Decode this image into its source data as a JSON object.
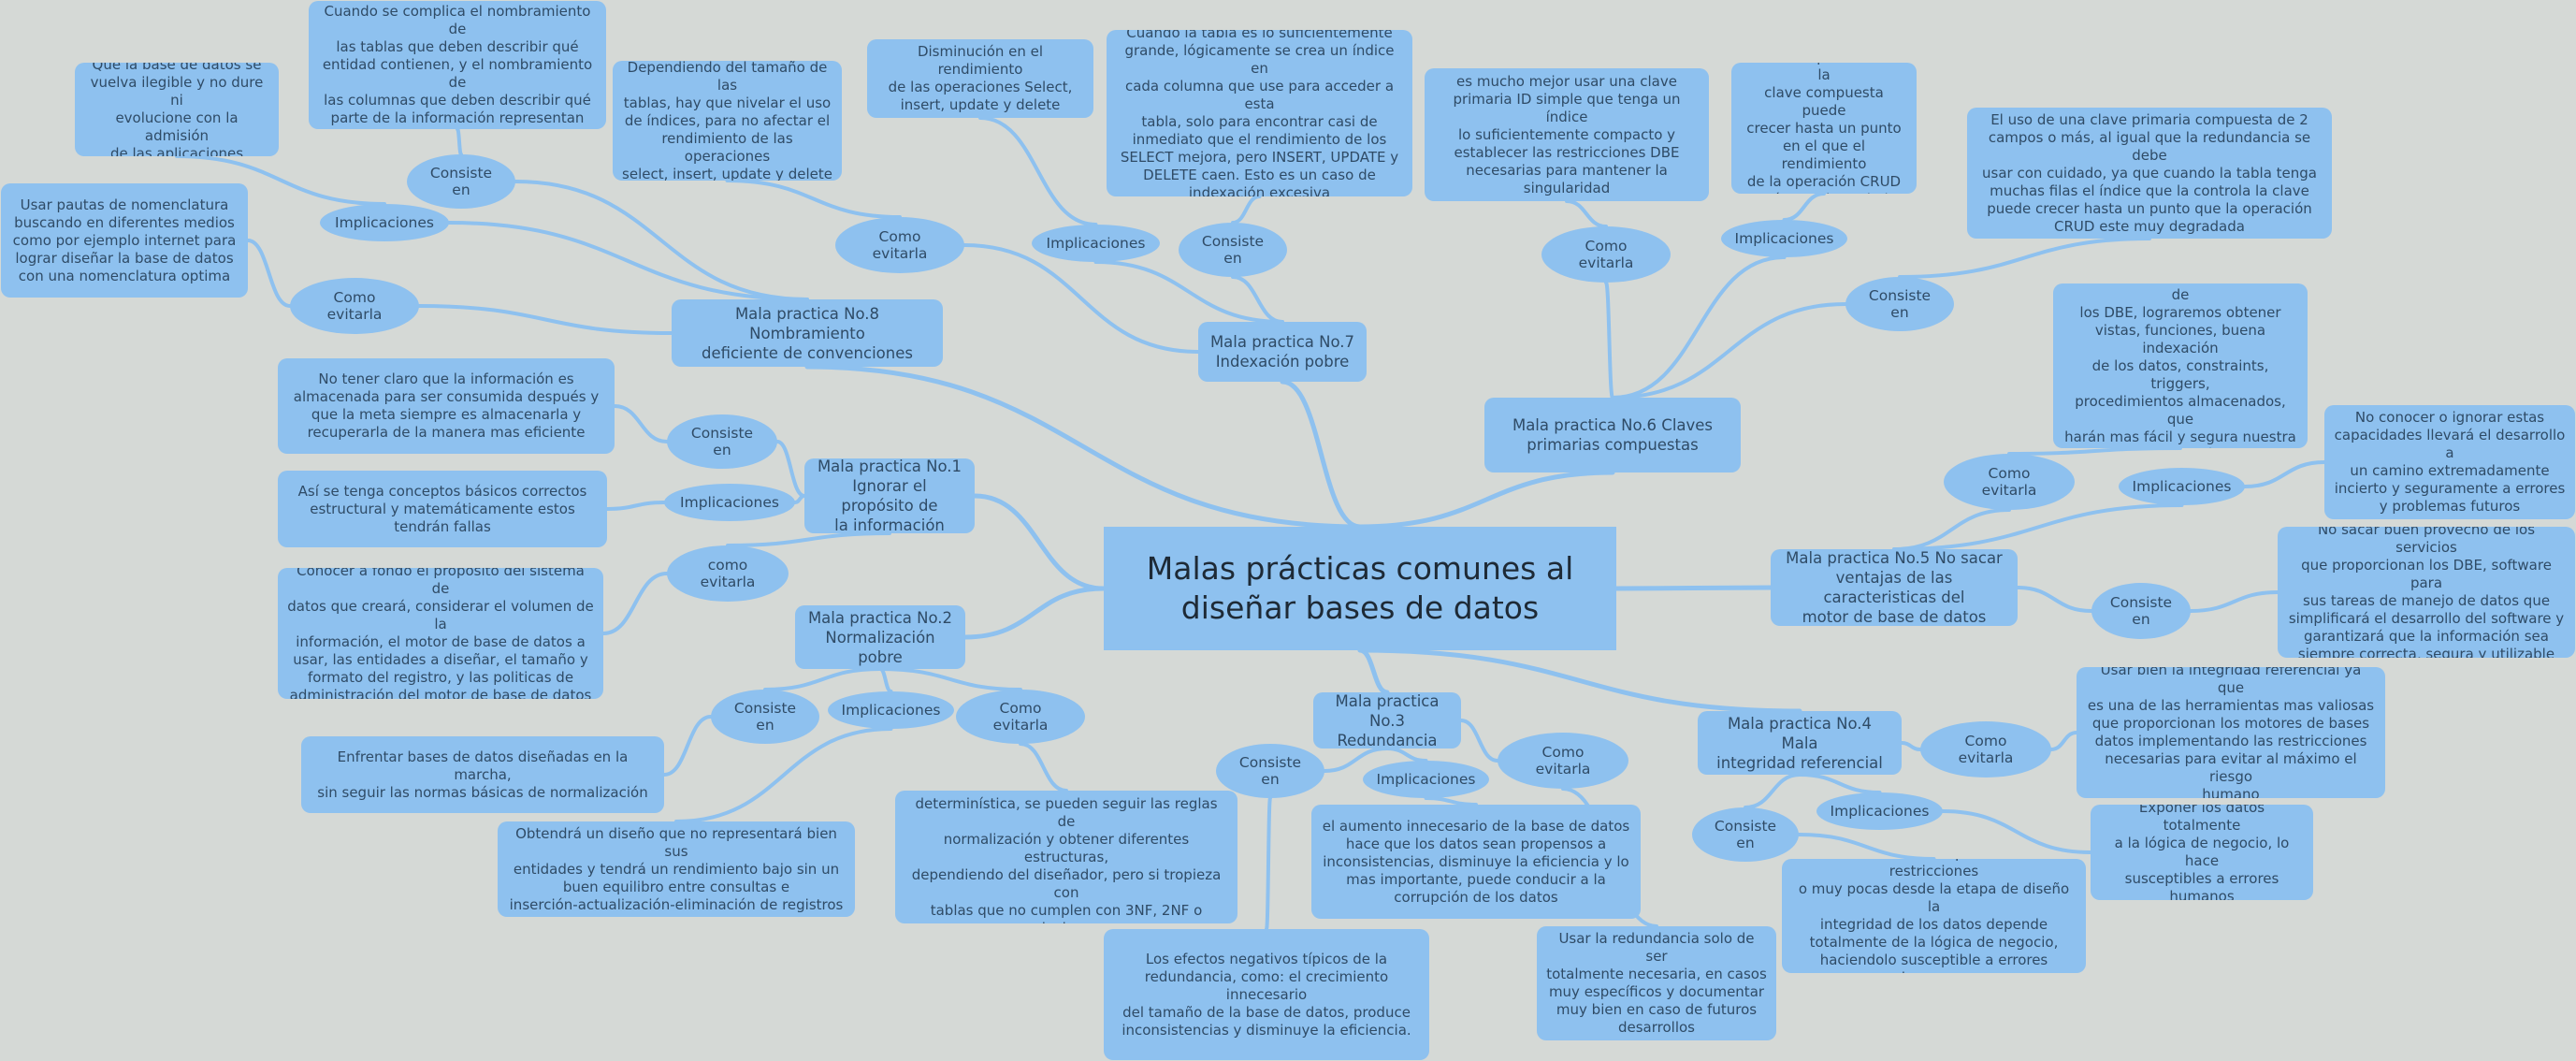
{
  "diagram": {
    "title": "Malas prácticas comunes al diseñar bases de datos",
    "colors": {
      "background": "#d5d9d6",
      "node_fill": "#8ec1ef",
      "edge": "#8ec1ef",
      "text": "#2f4b66"
    },
    "practices": {
      "p1": {
        "title": "Mala practica No.1\nIgnorar el propósito de\nla información",
        "consiste_label": "Consiste\nen",
        "consiste_text": "No tener claro que la información es\nalmacenada para ser consumida después y\nque la meta siempre es almacenarla y\nrecuperarla de la manera mas eficiente",
        "implicaciones_label": "Implicaciones",
        "implicaciones_text": "Así se tenga conceptos básicos correctos\nestructural y matemáticamente estos\ntendrán fallas",
        "evitar_label": "como\nevitarla",
        "evitar_text": "Conocer a fondo el propósito del sistema de\ndatos que creará, considerar el volumen de la\ninformación, el motor de base de datos a\nusar, las entidades a diseñar, el tamaño y\nformato del registro, y las politicas de\nadministración del motor de base de datos"
      },
      "p2": {
        "title": "Mala practica No.2\nNormalización pobre",
        "consiste_label": "Consiste\nen",
        "consiste_text": "Enfrentar bases de datos diseñadas en la marcha,\nsin seguir las normas básicas de normalización",
        "implicaciones_label": "Implicaciones",
        "implicaciones_text": "Obtendrá un diseño que no representará bien sus\nentidades y tendrá un rendimiento bajo sin un\nbuen equilibro entre consultas e\ninserción-actualización-eliminación de registros",
        "evitar_label": "Como\nevitarla",
        "evitar_text": "El diseño de una base de datos no es una tarea\ndeterminística, se pueden seguir las reglas de\nnormalización y obtener diferentes estructuras,\ndependiendo del diseñador, pero si tropieza con\ntablas que no cumplen con 3NF, 2NF o incluso\n1NF, considere rediseñar estas tablas"
      },
      "p3": {
        "title": "Mala practica No.3\nRedundancia",
        "consiste_label": "Consiste\nen",
        "consiste_text": "Los efectos negativos típicos de la\nredundancia, como: el crecimiento innecesario\ndel tamaño de la base de datos, produce\ninconsistencias y disminuye la eficiencia.",
        "implicaciones_label": "Implicaciones",
        "implicaciones_text": "el aumento innecesario de la base de datos\nhace que los datos sean propensos a\ninconsistencias, disminuye la eficiencia y lo\nmas importante, puede conducir a la\ncorrupción de los datos",
        "evitar_label": "Como\nevitarla",
        "evitar_text": "Usar la redundancia solo de ser\ntotalmente necesaria, en casos\nmuy específicos y documentar\nmuy bien en caso de futuros\ndesarrollos"
      },
      "p4": {
        "title": "Mala practica No.4 Mala\nintegridad referencial",
        "consiste_label": "Consiste\nen",
        "consiste_text": "Cuando no se implementan restricciones\no muy pocas desde la etapa de diseño la\nintegridad de los datos depende\ntotalmente de la lógica de negocio,\nhaciendolo susceptible a errores humanos",
        "implicaciones_label": "Implicaciones",
        "implicaciones_text": "Exponer los datos totalmente\na la lógica de negocio, lo hace\nsusceptibles a errores\nhumanos",
        "evitar_label": "Como\nevitarla",
        "evitar_text": "Usar bien la integridad referencial ya que\nes una de las herramientas mas valiosas\nque proporcionan los motores de bases\ndatos implementando las restricciones\nnecesarias para evitar al máximo el riesgo\nhumano"
      },
      "p5": {
        "title": "Mala practica No.5 No sacar\nventajas de las caracteristicas del\nmotor de base de datos",
        "consiste_label": "Consiste\nen",
        "consiste_text": "No sacar buen provecho de los servicios\nque proporcionan los DBE, software para\nsus tareas de manejo de datos que\nsimplificará el desarrollo del software y\ngarantizará que la información sea\nsiempre correcta, segura y utilizable",
        "implicaciones_label": "Implicaciones",
        "implicaciones_text": "No conocer o ignorar estas\ncapacidades llevará el desarrollo a\nun camino extremadamente\nincierto y seguramente a errores\ny problemas futuros",
        "evitar_label": "Como\nevitarla",
        "evitar_text": "Usando bien las características de\nlos DBE, lograremos obtener\nvistas, funciones, buena indexación\nde los datos, constraints, triggers,\nprocedimientos almacenados, que\nharán mas fácil y segura nuestra\ninformación"
      },
      "p6": {
        "title": "Mala practica No.6 Claves\nprimarias compuestas",
        "consiste_label": "Consiste\nen",
        "consiste_text": "El uso de una clave primaria compuesta de 2\ncampos o más, al igual que la redundancia se debe\nusar con cuidado, ya que cuando la tabla tenga\nmuchas filas el índice que la controla la clave\npuede crecer hasta un punto que la operación\nCRUD este muy degradada",
        "implicaciones_label": "Implicaciones",
        "implicaciones_text": "el índice que controla la\nclave compuesta puede\ncrecer hasta un punto\nen el que el rendimiento\nde la operación CRUD\nestá muy degradado",
        "evitar_label": "Como\nevitarla",
        "evitar_text": "es mucho mejor usar una clave\nprimaria ID simple que tenga un índice\nlo suficientemente compacto y\nestablecer las restricciones DBE\nnecesarias para mantener la\nsingularidad"
      },
      "p7": {
        "title": "Mala practica No.7\nIndexación pobre",
        "consiste_label": "Consiste\nen",
        "consiste_text": "Cuando la tabla es lo suficientemente\ngrande, lógicamente se crea un índice en\ncada columna que use para acceder a esta\ntabla, solo para encontrar casi de\ninmediato que el rendimiento de los\nSELECT mejora, pero INSERT, UPDATE y\nDELETE caen. Esto es un caso de\nindexación excesiva",
        "implicaciones_label": "Implicaciones",
        "implicaciones_text": "Disminución en el rendimiento\nde las operaciones Select,\ninsert, update y delete",
        "evitar_label": "Como\nevitarla",
        "evitar_text": "Dependiendo del tamaño de las\ntablas, hay que nivelar el uso\nde índices, para no afectar el\nrendimiento de las operaciones\nselect, insert, update y delete"
      },
      "p8": {
        "title": "Mala practica No.8 Nombramiento\ndeficiente de convenciones",
        "consiste_label": "Consiste\nen",
        "consiste_text": "Cuando se complica el nombramiento de\nlas tablas que deben describir qué\nentidad contienen, y el nombramiento de\nlas columnas que deben describir qué\nparte de la información representan",
        "implicaciones_label": "Implicaciones",
        "implicaciones_text": "Que la base de datos se\nvuelva ilegible y no dure ni\nevolucione con la admisión\nde las aplicaciones",
        "evitar_label": "Como\nevitarla",
        "evitar_text": "Usar pautas de nomenclatura\nbuscando en diferentes medios\ncomo por ejemplo internet para\nlograr diseñar la base de datos\ncon una nomenclatura optima"
      }
    }
  }
}
